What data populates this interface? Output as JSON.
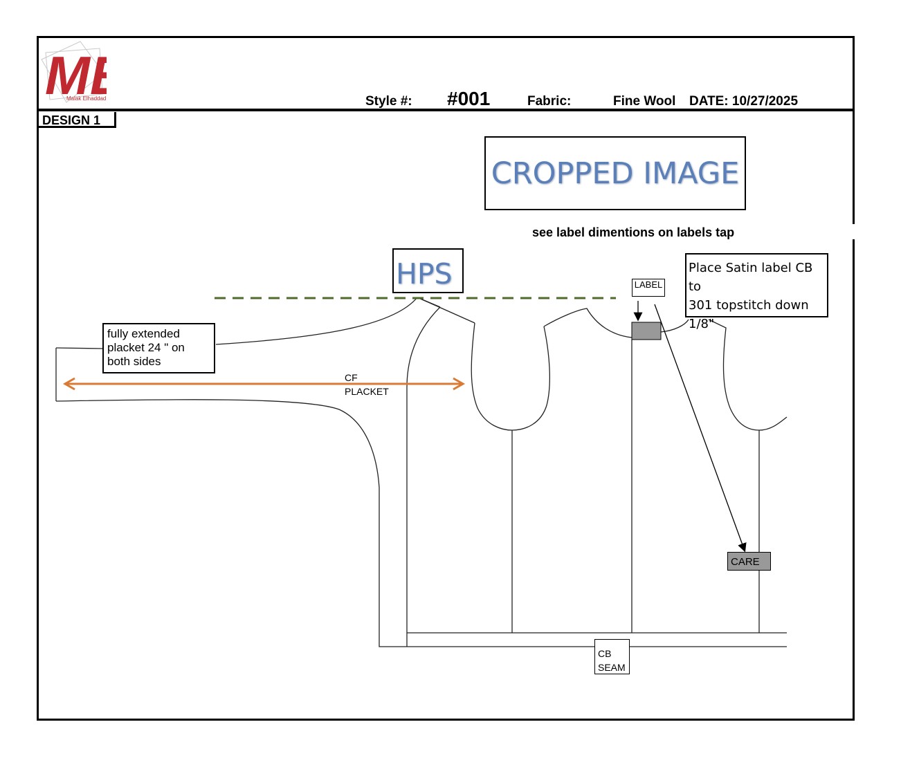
{
  "header": {
    "logo_text": "ME",
    "logo_signature": "Malak Elhaddad",
    "style_label": "Style #:",
    "style_value": "#001",
    "fabric_label": "Fabric:",
    "fabric_value": "Fine Wool",
    "date_label": "DATE: 10/27/2025"
  },
  "design_tab": "DESIGN 1",
  "cropped_image_label": "CROPPED IMAGE",
  "label_dimensions_note": "see label dimentions on labels tap",
  "callouts": {
    "hps": "HPS",
    "satin_label": [
      "Place Satin label CB to",
      "301 topstitch down",
      "1/8\""
    ],
    "placket_note": [
      "fully extended",
      "placket 24 \" on",
      "both sides"
    ],
    "cf_placket": [
      "CF",
      "PLACKET"
    ],
    "label_box": "LABEL",
    "care_box": "CARE",
    "cb_seam": [
      "CB",
      "SEAM"
    ]
  },
  "colors": {
    "hps_line": "#4f6b2a",
    "placket_arrow": "#d97a35",
    "title_blue": "#5b7fb8",
    "label_fill": "#999999"
  }
}
